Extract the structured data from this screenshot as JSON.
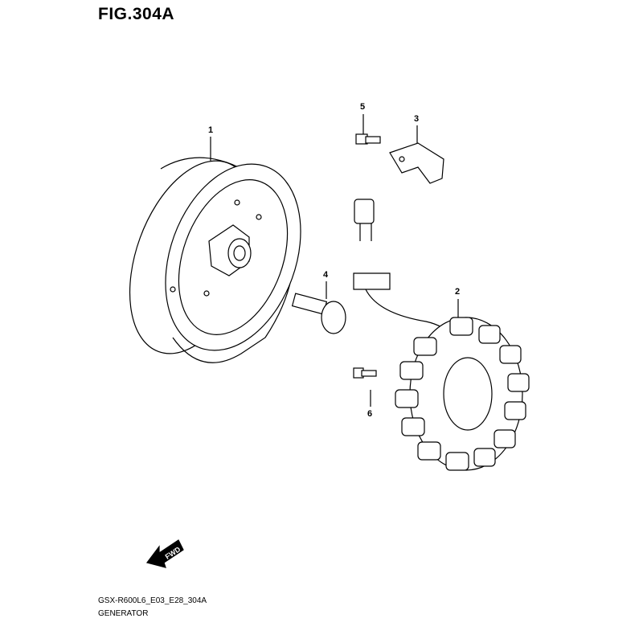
{
  "figure": {
    "title": "FIG.304A",
    "model_code": "GSX-R600L6_E03_E28_304A",
    "section_name": "GENERATOR",
    "fwd_label": "FWD"
  },
  "callouts": [
    {
      "number": "1",
      "part": "rotor"
    },
    {
      "number": "2",
      "part": "stator"
    },
    {
      "number": "3",
      "part": "clamp"
    },
    {
      "number": "4",
      "part": "bolt"
    },
    {
      "number": "5",
      "part": "screw"
    },
    {
      "number": "6",
      "part": "screw"
    }
  ]
}
